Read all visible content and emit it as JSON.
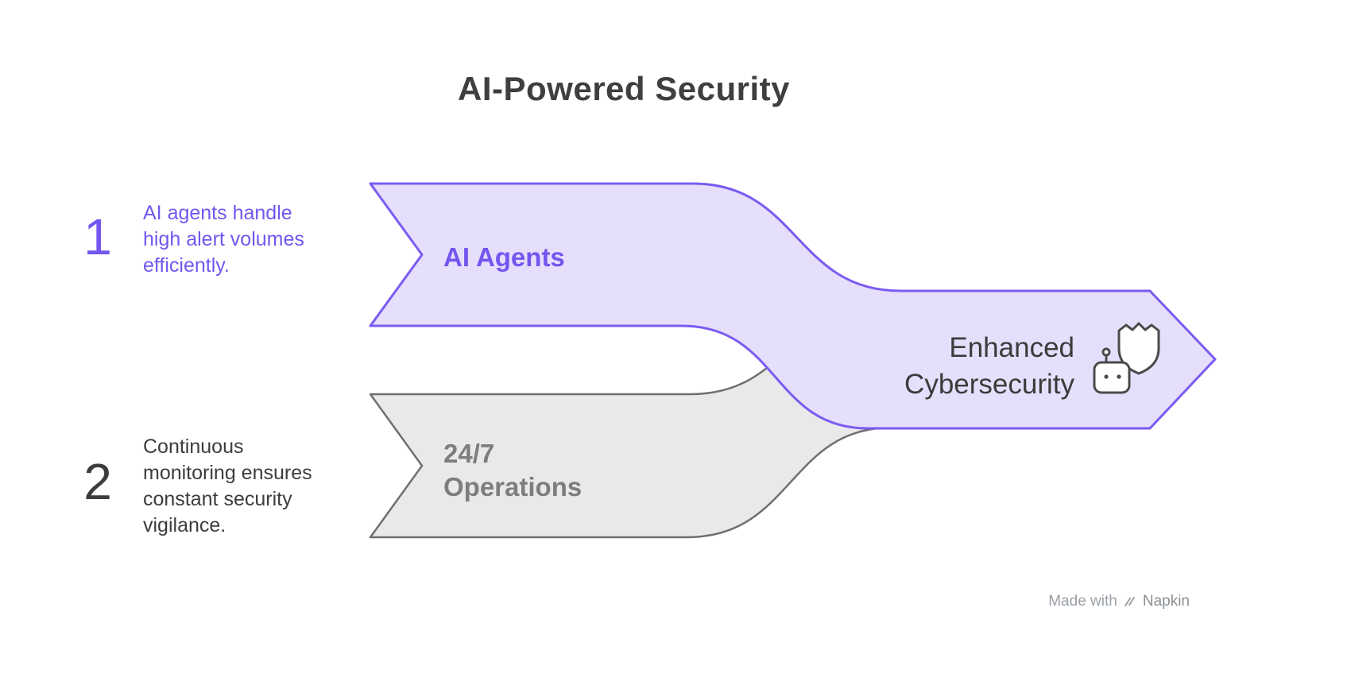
{
  "title": "AI-Powered Security",
  "steps": [
    {
      "number": "1",
      "description_lines": [
        "AI agents handle",
        "high alert volumes",
        "efficiently."
      ],
      "band_label_lines": [
        "AI Agents"
      ]
    },
    {
      "number": "2",
      "description_lines": [
        "Continuous",
        "monitoring ensures",
        "constant security",
        "vigilance."
      ],
      "band_label_lines": [
        "24/7",
        "Operations"
      ]
    }
  ],
  "result": {
    "label_lines": [
      "Enhanced",
      "Cybersecurity"
    ],
    "icon": "robot-shield-icon"
  },
  "watermark": {
    "prefix": "Made with",
    "brand": "Napkin",
    "icon": "napkin-logo-icon"
  },
  "colors": {
    "purple_stroke": "#7b5bf2",
    "purple_fill": "#e5dffb",
    "purple_text": "#7356ef",
    "gray_stroke": "#6f6f6f",
    "gray_fill": "#e9e9e9",
    "gray_text": "#7d7d7d",
    "dark_text": "#3d3d3d",
    "icon_stroke": "#4a4a4a",
    "watermark_text": "#9aa0a6"
  }
}
